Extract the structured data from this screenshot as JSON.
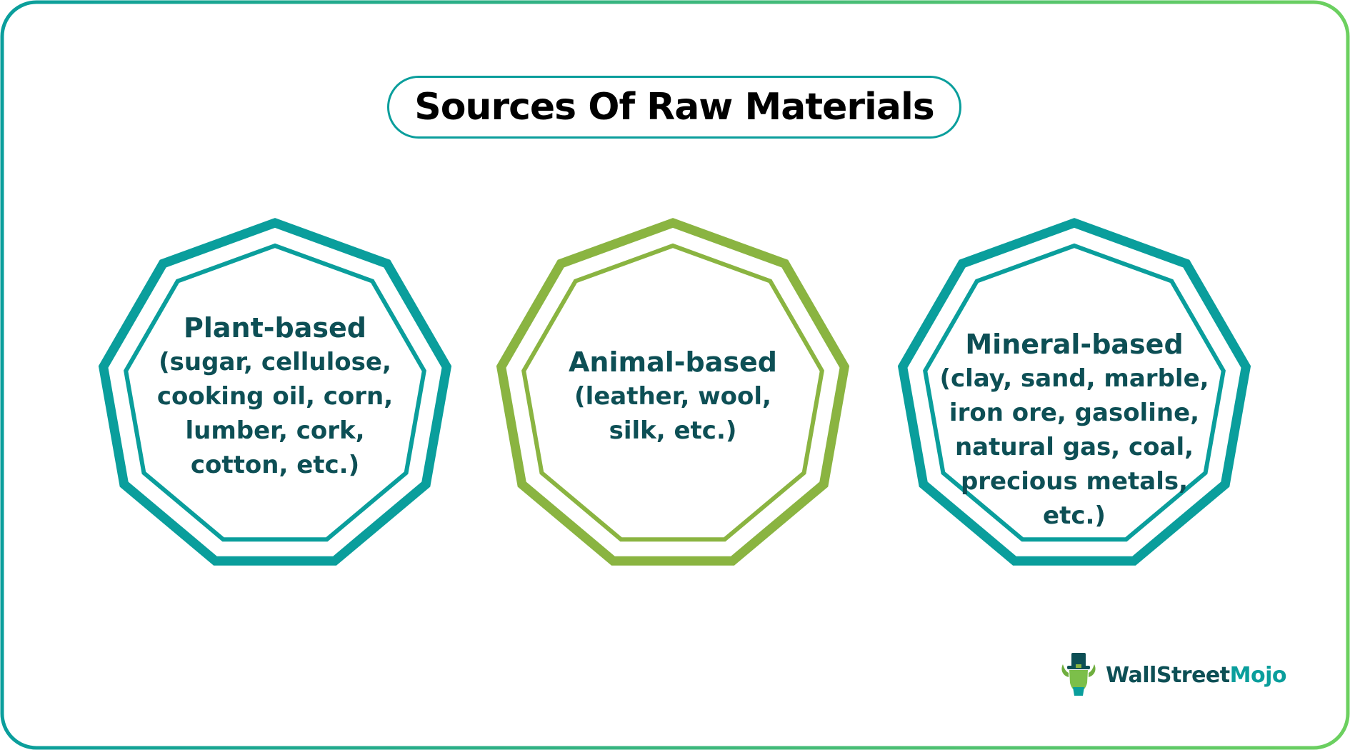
{
  "title": "Sources Of Raw Materials",
  "colors": {
    "teal": "#0a9e9c",
    "green": "#8ab441",
    "text": "#0d4f55",
    "border_gradient_start": "#0a9e9c",
    "border_gradient_end": "#6cd05f"
  },
  "sources": [
    {
      "heading": "Plant-based",
      "detail": "(sugar, cellulose,\ncooking oil, corn,\nlumber, cork,\ncotton, etc.)",
      "color": "teal"
    },
    {
      "heading": "Animal-based",
      "detail": "(leather, wool,\nsilk, etc.)",
      "color": "green"
    },
    {
      "heading": "Mineral-based",
      "detail": "(clay, sand, marble,\niron ore, gasoline,\nnatural gas, coal,\nprecious metals,\netc.)",
      "color": "teal"
    }
  ],
  "logo": {
    "icon": "bull-mascot-icon",
    "brand_primary": "WallStreet",
    "brand_accent": "Mojo"
  }
}
